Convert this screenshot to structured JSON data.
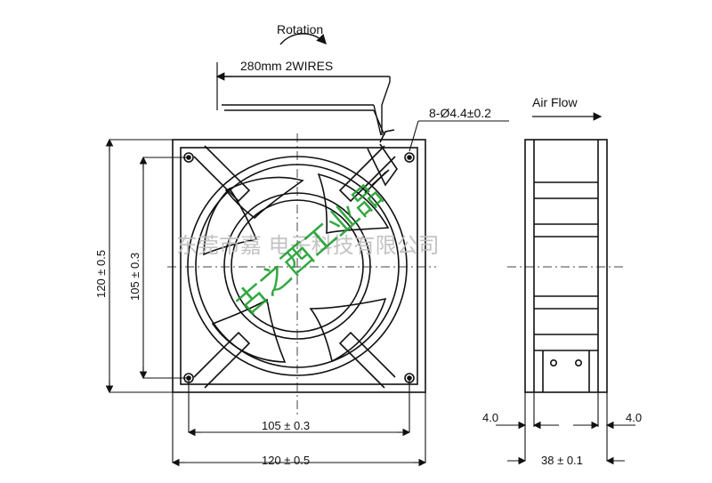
{
  "labels": {
    "rotation": "Rotation",
    "wires": "280mm 2WIRES",
    "holes": "8-Ø4.4±0.2",
    "air_flow": "Air Flow",
    "bottom_105": "105 ± 0.3",
    "bottom_120": "120 ± 0.5",
    "left_105": "105 ± 0.3",
    "left_120": "120 ± 0.5",
    "side_left_4": "4.0",
    "side_right_4": "4.0",
    "side_depth": "38 ± 0.1"
  },
  "watermarks": {
    "company": "东莞市嘉       电子科技有限公司",
    "green": "古之西工业品"
  }
}
